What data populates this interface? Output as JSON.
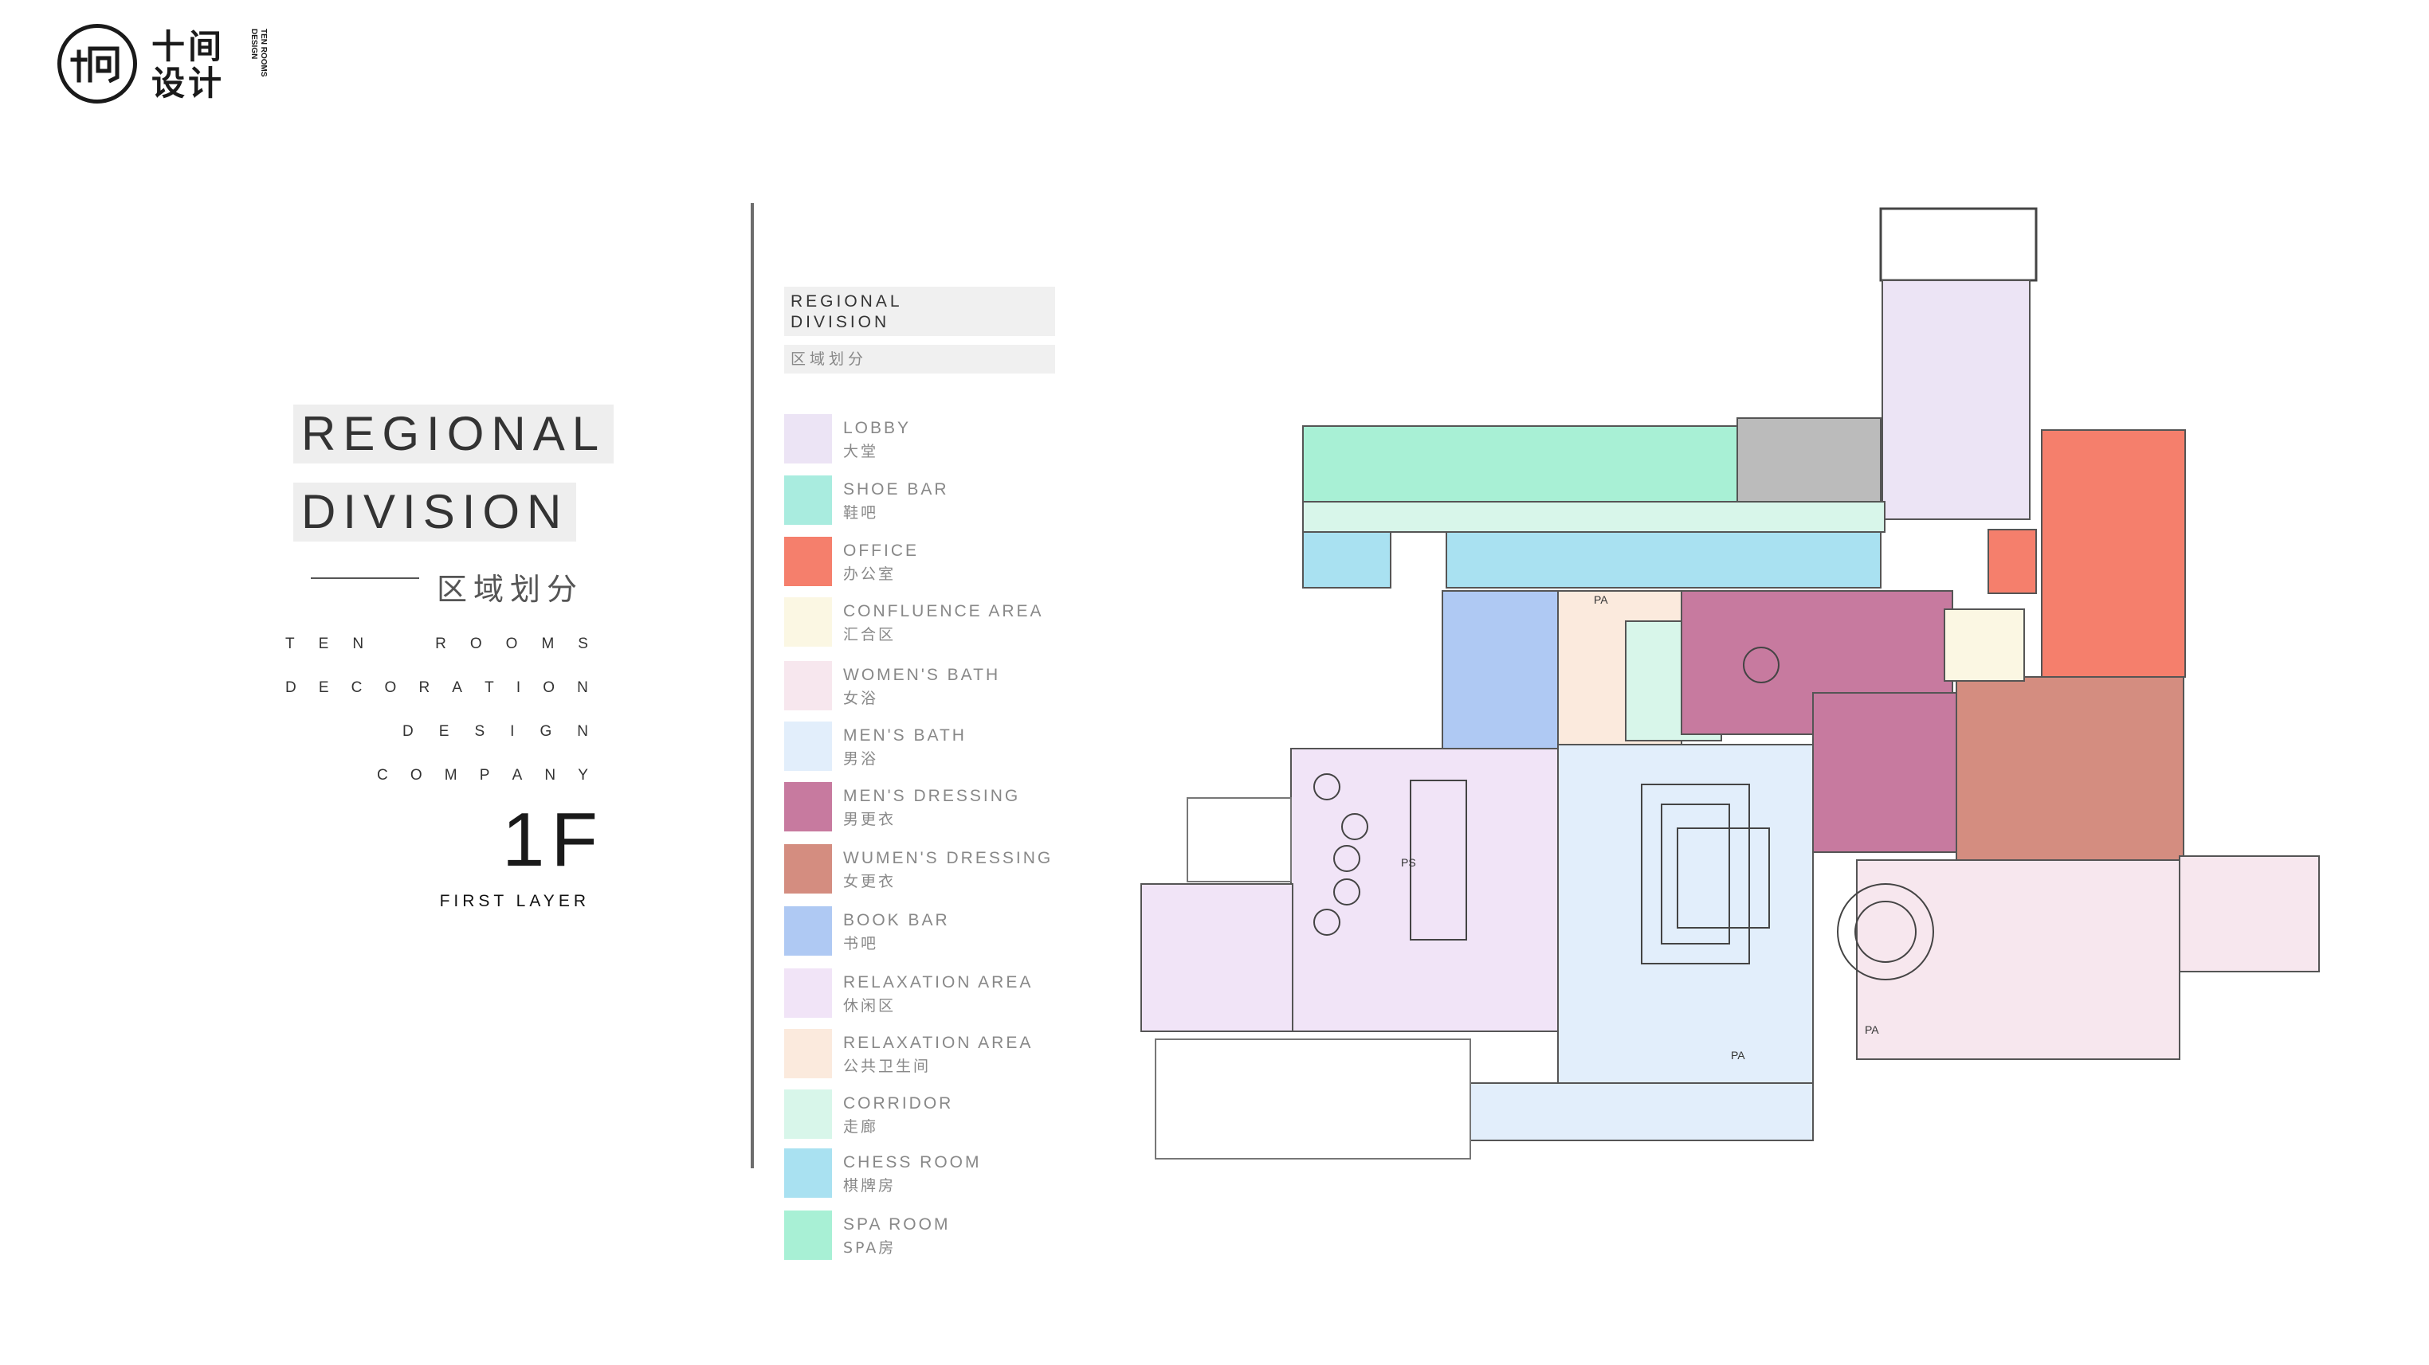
{
  "logo": {
    "mark": "logo-mark",
    "cn": "十间设计",
    "en": "TEN ROOMS\nDESIGN"
  },
  "title": {
    "line1": "REGIONAL",
    "line2": "DIVISION",
    "cn": "区域划分",
    "company_lines": [
      [
        "T",
        "E",
        "N",
        "",
        "",
        "R",
        "O",
        "O",
        "M",
        "S"
      ],
      [
        "D",
        "E",
        "C",
        "O",
        "R",
        "A",
        "T",
        "I",
        "O",
        "N"
      ],
      [
        "D",
        "E",
        "S",
        "I",
        "G",
        "N"
      ],
      [
        "C",
        "O",
        "M",
        "P",
        "A",
        "N",
        "Y"
      ]
    ],
    "floor": "1F",
    "floor_sub": "FIRST LAYER"
  },
  "legend": {
    "header_en": "REGIONAL\nDIVISION",
    "header_cn": "区域划分",
    "items": [
      {
        "en": "LOBBY",
        "cn": "大堂",
        "color": "#ece4f5"
      },
      {
        "en": "SHOE BAR",
        "cn": "鞋吧",
        "color": "#a9ecdf"
      },
      {
        "en": "OFFICE",
        "cn": "办公室",
        "color": "#f57f6c"
      },
      {
        "en": "CONFLUENCE AREA",
        "cn": "汇合区",
        "color": "#fbf7e3"
      },
      {
        "en": "WOMEN'S BATH",
        "cn": "女浴",
        "color": "#f7e7ee"
      },
      {
        "en": "MEN'S BATH",
        "cn": "男浴",
        "color": "#e2eefb"
      },
      {
        "en": "MEN'S DRESSING",
        "cn": "男更衣",
        "color": "#c77a9f"
      },
      {
        "en": "WUMEN'S DRESSING",
        "cn": "女更衣",
        "color": "#d48d80"
      },
      {
        "en": "BOOK BAR",
        "cn": "书吧",
        "color": "#afc9f3"
      },
      {
        "en": "RELAXATION AREA",
        "cn": "休闲区",
        "color": "#f1e4f7"
      },
      {
        "en": "RELAXATION AREA",
        "cn": "公共卫生间",
        "color": "#fbeadd"
      },
      {
        "en": "CORRIDOR",
        "cn": "走廊",
        "color": "#d8f6ea"
      },
      {
        "en": "CHESS ROOM",
        "cn": "棋牌房",
        "color": "#a9e1f1"
      },
      {
        "en": "SPA ROOM",
        "cn": "SPA房",
        "color": "#a8f0d5"
      }
    ]
  },
  "plan": {
    "labels": [
      "PS",
      "PA",
      "PA",
      "PA"
    ]
  }
}
